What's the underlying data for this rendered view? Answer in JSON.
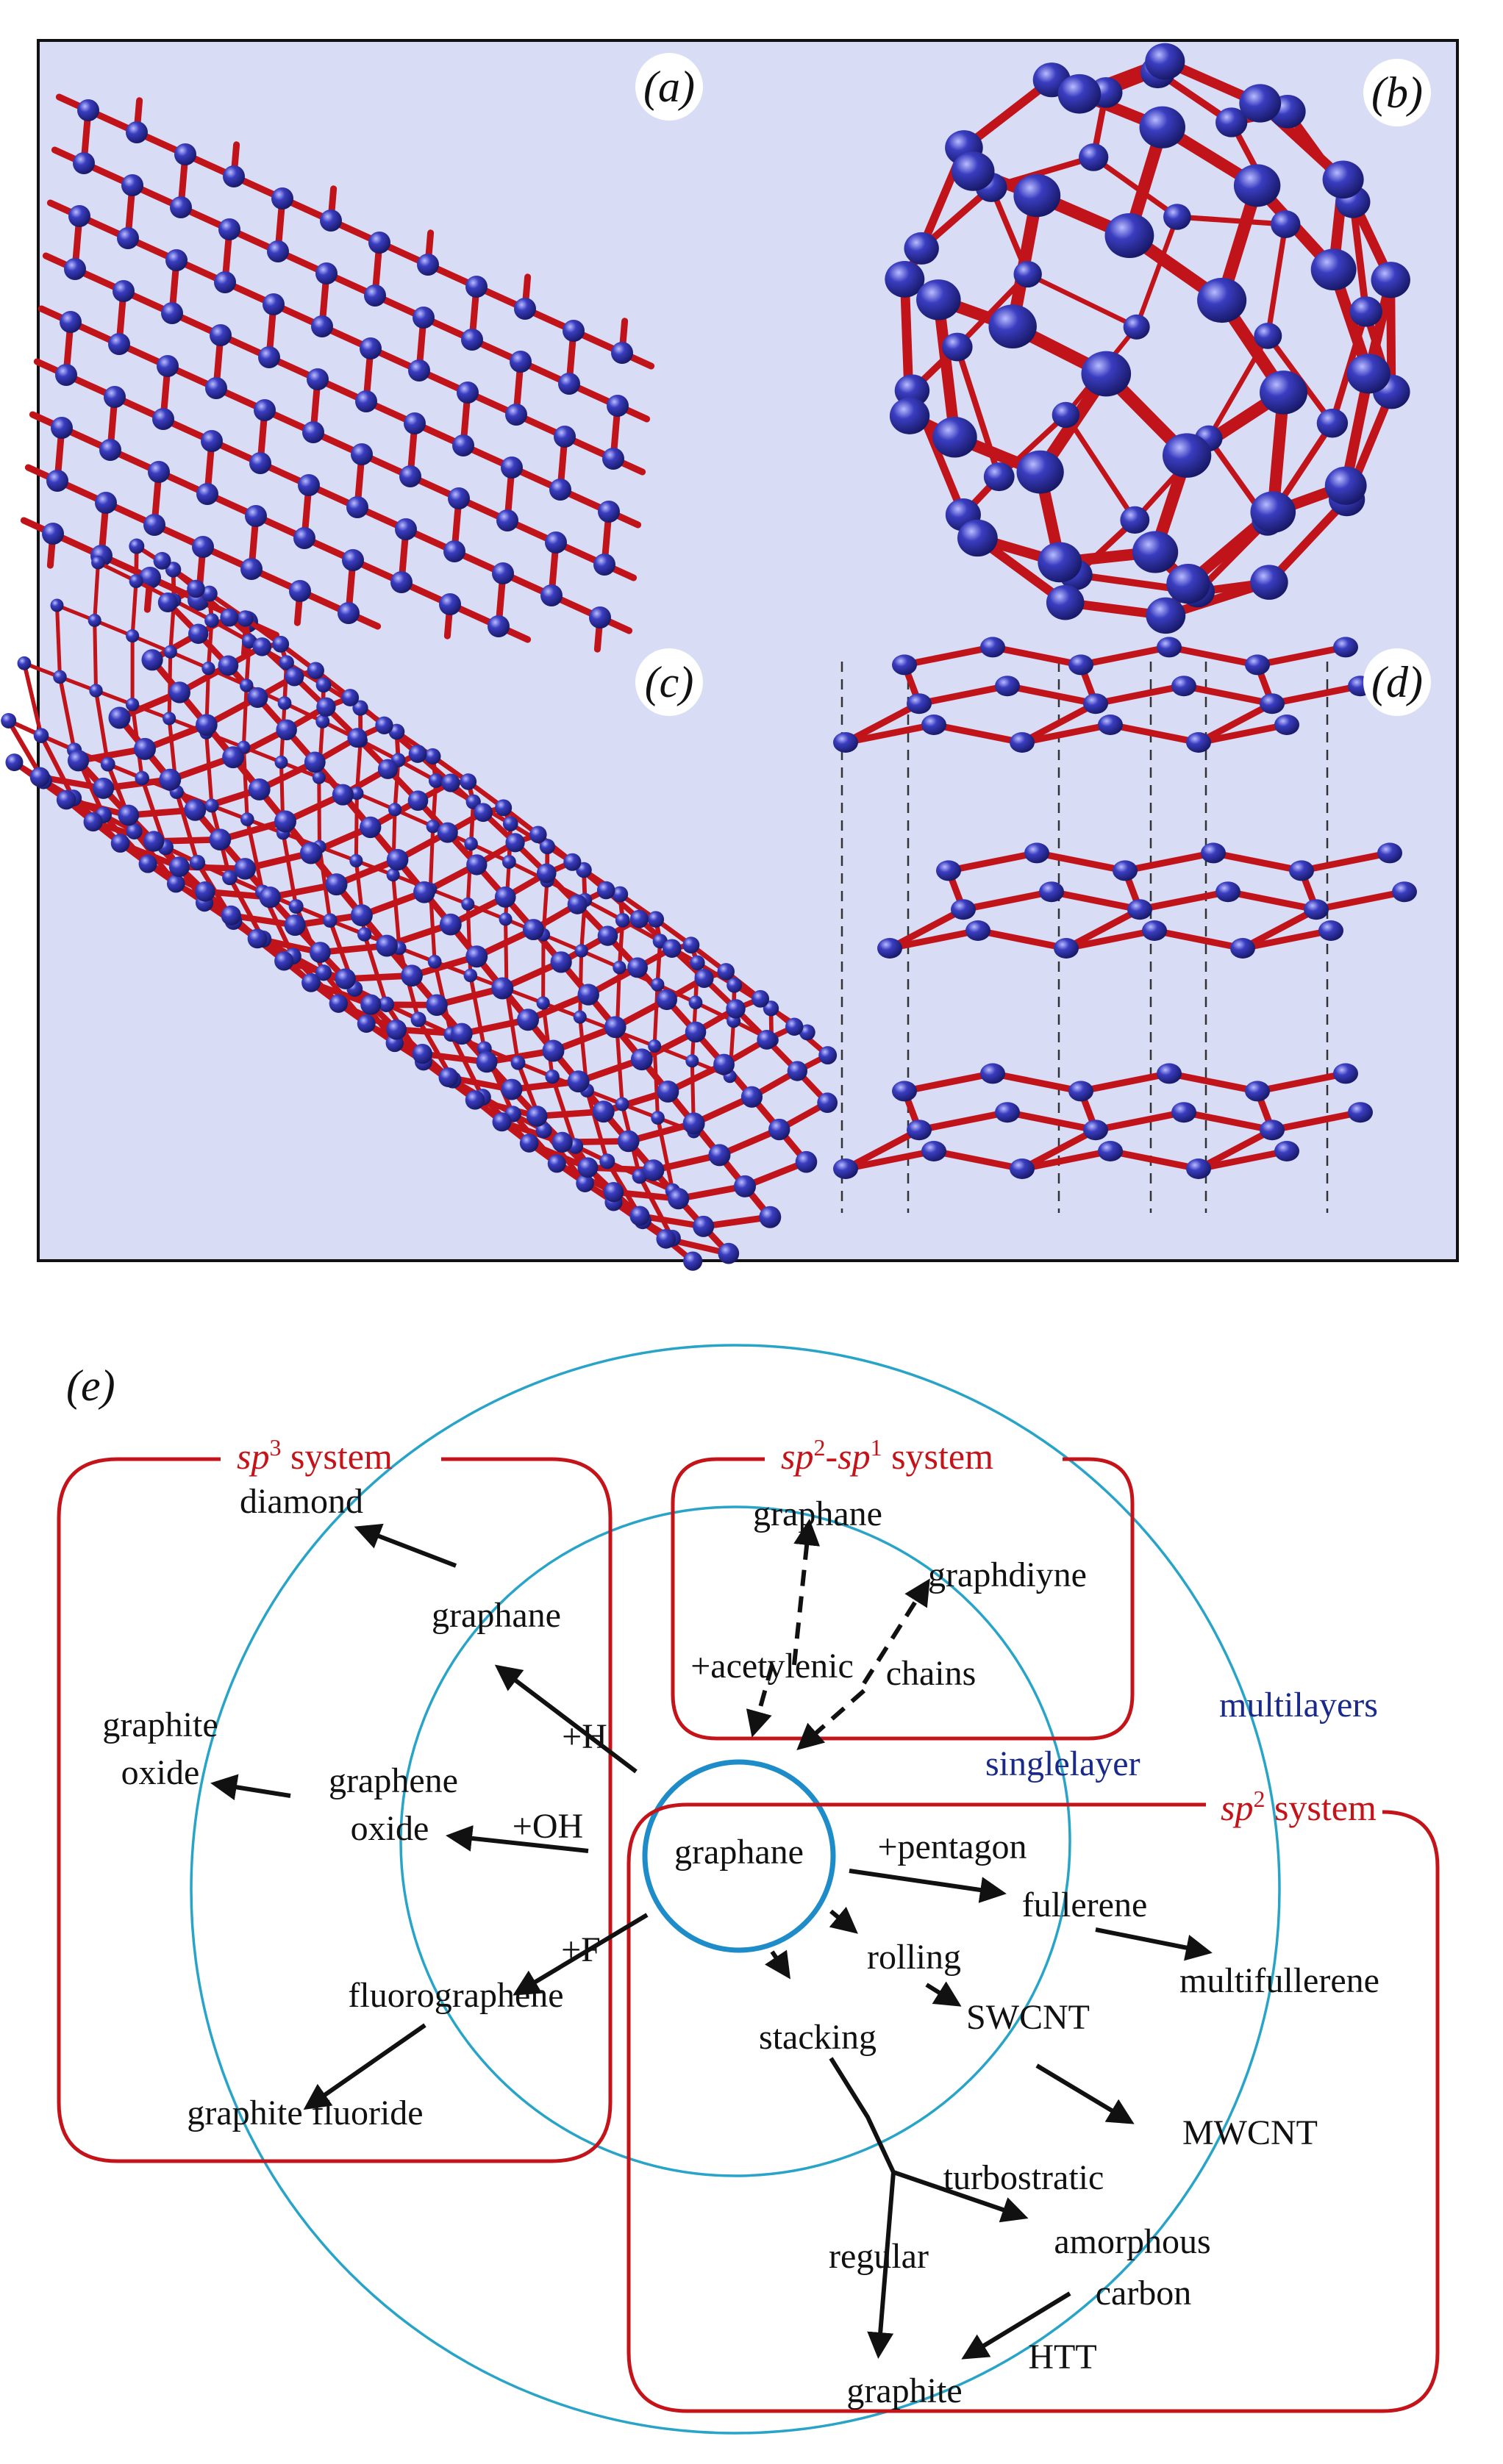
{
  "panels": {
    "a": "(a)",
    "b": "(b)",
    "c": "(c)",
    "d": "(d)",
    "e": "(e)"
  },
  "colors": {
    "panel_background": "#d8dcf5",
    "bond": "#c0141a",
    "atom": "#2a2ca0",
    "system_box": "#c4141a",
    "ring": "#27a4c8",
    "layer_text": "#1a2a8a"
  },
  "diagram": {
    "systems": {
      "sp3": {
        "italic": "sp",
        "sup": "3",
        "rest": " system"
      },
      "sp2sp1": {
        "italic1": "sp",
        "sup1": "2",
        "dash": "-",
        "italic2": "sp",
        "sup2": "1",
        "rest": " system"
      },
      "sp2": {
        "italic": "sp",
        "sup": "2",
        "rest": " system"
      }
    },
    "layers": {
      "multilayers": "multilayers",
      "singlelayer": "singlelayer"
    },
    "nodes": {
      "center": "graphane",
      "diamond": "diamond",
      "graphane_sp3": "graphane",
      "graphite_oxide_1": "graphite",
      "graphite_oxide_2": "oxide",
      "graphene_oxide_1": "graphene",
      "graphene_oxide_2": "oxide",
      "fluorographene": "fluorographene",
      "graphite_fluoride": "graphite fluoride",
      "graphane_top": "graphane",
      "graphdiyne": "graphdiyne",
      "acetylenic": "+acetylenic",
      "chains": "chains",
      "fullerene": "fullerene",
      "multifullerene": "multifullerene",
      "rolling": "rolling",
      "swcnt": "SWCNT",
      "mwcnt": "MWCNT",
      "stacking": "stacking",
      "turbostratic": "turbostratic",
      "amorphous": "amorphous",
      "carbon": "carbon",
      "regular": "regular",
      "htt": "HTT",
      "graphite": "graphite"
    },
    "edge_labels": {
      "plus_h": "+H",
      "plus_oh": "+OH",
      "plus_f": "+F",
      "plus_pentagon": "+pentagon"
    }
  }
}
